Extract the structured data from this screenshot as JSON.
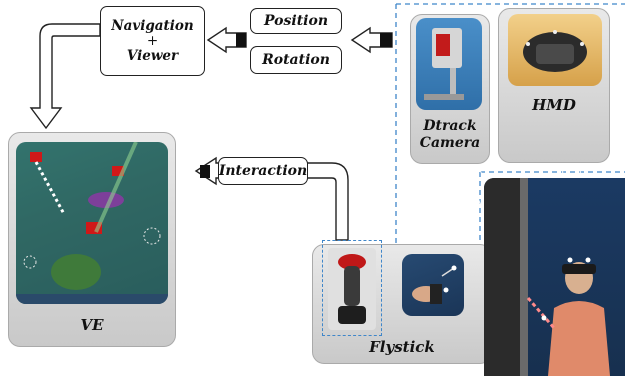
{
  "boxes": {
    "navigation": "Navigation",
    "plus": "+",
    "viewer": "Viewer",
    "position": "Position",
    "rotation": "Rotation",
    "interaction": "Interaction"
  },
  "captions": {
    "dtrack_line1": "Dtrack",
    "dtrack_line2": "Camera",
    "hmd": "HMD",
    "ve": "VE",
    "flystick": "Flystick"
  },
  "colors": {
    "dashed_border": "#3f86c9",
    "panel_gray": "#d2d2d2"
  }
}
